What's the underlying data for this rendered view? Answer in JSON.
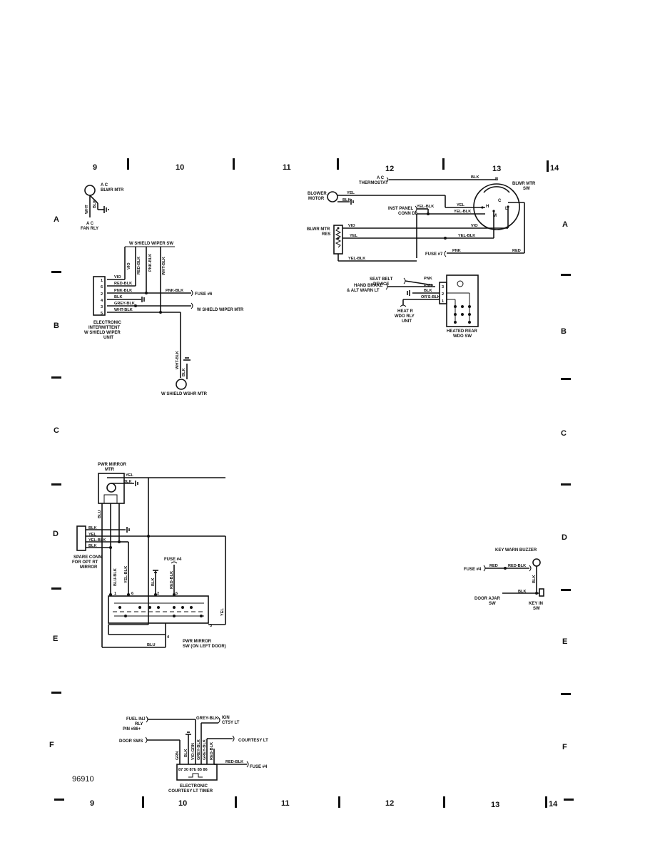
{
  "grid": {
    "columns": [
      "9",
      "10",
      "11",
      "12",
      "13",
      "14"
    ],
    "rows": [
      "A",
      "B",
      "C",
      "D",
      "E",
      "F"
    ]
  },
  "figure_code": "96910",
  "components": {
    "ac_blwr_mtr": [
      "A C",
      "BLWR MTR"
    ],
    "ac_fan_rly": [
      "A C",
      "FAN RLY"
    ],
    "ac_thermostat": [
      "A C",
      "THERMOSTAT"
    ],
    "blower_motor": [
      "BLOWER",
      "MOTOR"
    ],
    "inst_panel_conn": [
      "INST PANEL",
      "CONN D8"
    ],
    "blwr_mtr_sw": [
      "BLWR MTR",
      "SW"
    ],
    "blwr_mtr_res": [
      "BLWR MTR",
      "RES"
    ],
    "fuse_7": "FUSE #7",
    "wshield_wiper_sw": "W SHIELD WIPER SW",
    "fuse_6": "FUSE #6",
    "wshield_wiper_mtr": "W SHIELD WIPER MTR",
    "electronic_intermittent": [
      "ELECTRONIC",
      "INTERMITTENT",
      "W SHIELD WIPER",
      "UNIT"
    ],
    "wshield_wshr_mtr": "W SHIELD WSHR MTR",
    "seat_belt_device": [
      "SEAT BELT",
      "DEVICE"
    ],
    "hand_brake": [
      "HAND BRAKE",
      "& ALT WARN LT"
    ],
    "heat_r_wdo_rly": [
      "HEAT R",
      "WDO RLY",
      "UNIT"
    ],
    "heated_rear_wdo_sw": [
      "HEATED REAR",
      "WDO SW"
    ],
    "pwr_mirror_mtr": [
      "PWR MIRROR",
      "MTR"
    ],
    "spare_conn": [
      "SPARE CONN",
      "FOR OPT RT",
      "MIRROR"
    ],
    "fuse_4": "FUSE #4",
    "pwr_mirror_sw": [
      "PWR MIRROR",
      "SW (ON LEFT DOOR)"
    ],
    "key_warn_buzzer": "KEY WARN BUZZER",
    "door_ajar_sw": [
      "DOOR AJAR",
      "SW"
    ],
    "key_in_sw": [
      "KEY IN",
      "SW"
    ],
    "fuel_inj_rly": [
      "FUEL INJ",
      "RLY",
      "PIN #86+"
    ],
    "door_sws": "DOOR SWS",
    "ign_ctsy_lt": [
      "IGN",
      "CTSY LT"
    ],
    "courtesy_lt": "COURTESY LT",
    "electronic_timer": [
      "ELECTRONIC",
      "COURTESY LT TIMER"
    ]
  },
  "wire_colors": {
    "blk": "BLK",
    "wht": "WHT",
    "yel": "YEL",
    "vio": "VIO",
    "red": "RED",
    "pnk": "PNK",
    "blu": "BLU",
    "grn": "GRN",
    "yel_blk": "YEL-BLK",
    "red_blk": "RED-BLK",
    "pnk_blk": "PNK-BLK",
    "grey_blk": "GREY-BLK",
    "wht_blk": "WHT-BLK",
    "blu_blk": "BLU-BLK",
    "ors_blk": "OR'S-BLK",
    "vio_grn": "VIO-GRN"
  },
  "switch_terminals": {
    "b": "B",
    "h": "H",
    "c": "C",
    "l": "L",
    "m": "M"
  },
  "wiper_unit_pins": [
    "1",
    "6",
    "2",
    "4",
    "3",
    "5"
  ],
  "heated_sw_pins": [
    "3",
    "2",
    "1"
  ],
  "mirror_sw_pins": {
    "p1": "1",
    "p6": "6",
    "p2": "2",
    "p5": "5",
    "p3": "3",
    "p4": "4"
  },
  "timer_pins": "87 30 87b 85 86"
}
